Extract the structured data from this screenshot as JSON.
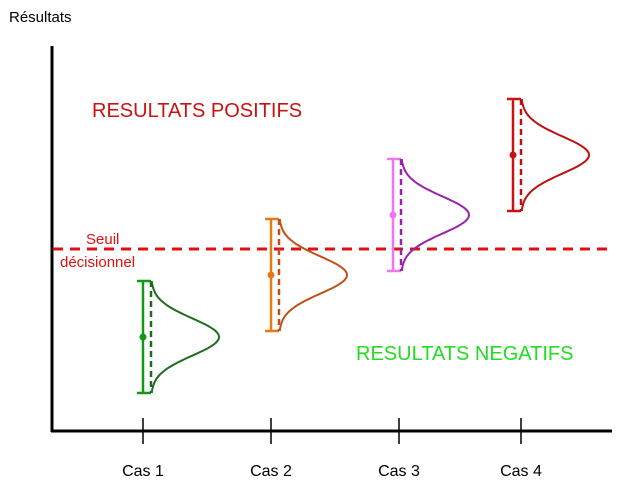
{
  "diagram": {
    "ylabel": "Résultats",
    "positive_label": "RESULTATS POSITIFS",
    "negative_label": "RESULTATS NEGATIFS",
    "threshold_label_line1": "Seuil",
    "threshold_label_line2": "décisionnel",
    "colors": {
      "positive_text": "#cc1111",
      "negative_text": "#22dd22",
      "threshold": "#dd1111",
      "axis": "#000000"
    },
    "cases": [
      {
        "label": "Cas 1",
        "bar_color": "#119911",
        "curve_color": "#1f6b1f"
      },
      {
        "label": "Cas 2",
        "bar_color": "#e87818",
        "curve_color": "#c0501a"
      },
      {
        "label": "Cas 3",
        "bar_color": "#ee77ee",
        "curve_color": "#9922aa"
      },
      {
        "label": "Cas 4",
        "bar_color": "#cc1111",
        "curve_color": "#bb1111"
      }
    ]
  }
}
